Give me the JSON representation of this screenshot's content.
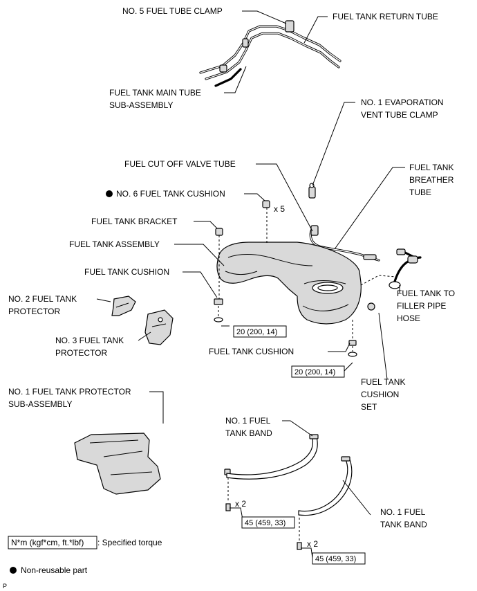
{
  "labels": {
    "fuel_tube_clamp_no5": "NO. 5 FUEL TUBE CLAMP",
    "fuel_tank_return_tube": "FUEL TANK RETURN TUBE",
    "fuel_tank_main_tube_1": "FUEL TANK MAIN TUBE",
    "fuel_tank_main_tube_2": "SUB-ASSEMBLY",
    "evap_vent_clamp_1": "NO. 1 EVAPORATION",
    "evap_vent_clamp_2": "VENT TUBE CLAMP",
    "fuel_cut_off_valve_tube": "FUEL CUT OFF VALVE TUBE",
    "breather_tube_1": "FUEL TANK",
    "breather_tube_2": "BREATHER",
    "breather_tube_3": "TUBE",
    "cushion_no6": "NO. 6 FUEL TANK CUSHION",
    "qty_x5": "x 5",
    "fuel_tank_bracket": "FUEL TANK BRACKET",
    "fuel_tank_assembly": "FUEL TANK ASSEMBLY",
    "fuel_tank_cushion_a": "FUEL TANK CUSHION",
    "filler_hose_1": "FUEL TANK TO",
    "filler_hose_2": "FILLER PIPE",
    "filler_hose_3": "HOSE",
    "protector_no2_1": "NO. 2 FUEL TANK",
    "protector_no2_2": "PROTECTOR",
    "protector_no3_1": "NO. 3 FUEL TANK",
    "protector_no3_2": "PROTECTOR",
    "torque_a": "20 (200, 14)",
    "fuel_tank_cushion_b": "FUEL TANK CUSHION",
    "torque_b": "20 (200, 14)",
    "cushion_set_1": "FUEL TANK",
    "cushion_set_2": "CUSHION",
    "cushion_set_3": "SET",
    "protector_sub_1": "NO. 1 FUEL TANK PROTECTOR",
    "protector_sub_2": "SUB-ASSEMBLY",
    "band_a_1": "NO. 1 FUEL",
    "band_a_2": "TANK BAND",
    "band_b_1": "NO. 1 FUEL",
    "band_b_2": "TANK BAND",
    "qty_x2_a": "x 2",
    "torque_c": "45 (459, 33)",
    "qty_x2_b": "x 2",
    "torque_d": "45 (459, 33)"
  },
  "legend": {
    "torque_unit_box": "N*m (kgf*cm, ft.*lbf)",
    "torque_desc": ": Specified torque",
    "non_reusable": "Non-reusable part"
  },
  "footer": {
    "page_mark": "P"
  }
}
